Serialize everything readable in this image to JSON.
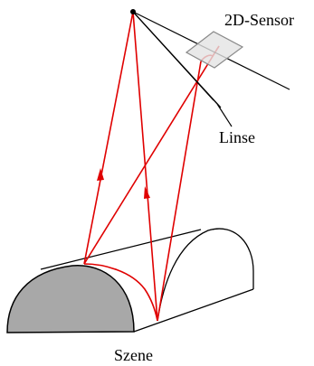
{
  "labels": {
    "sensor": "2D-Sensor",
    "lens": "Linse",
    "scene": "Szene"
  },
  "colors": {
    "ray": "#e00000",
    "outline": "#000000",
    "cylinder_face": "#a8a8a8",
    "sensor_fill": "#e4e4e4",
    "sensor_stroke": "#8a8a8a",
    "background": "#ffffff"
  }
}
